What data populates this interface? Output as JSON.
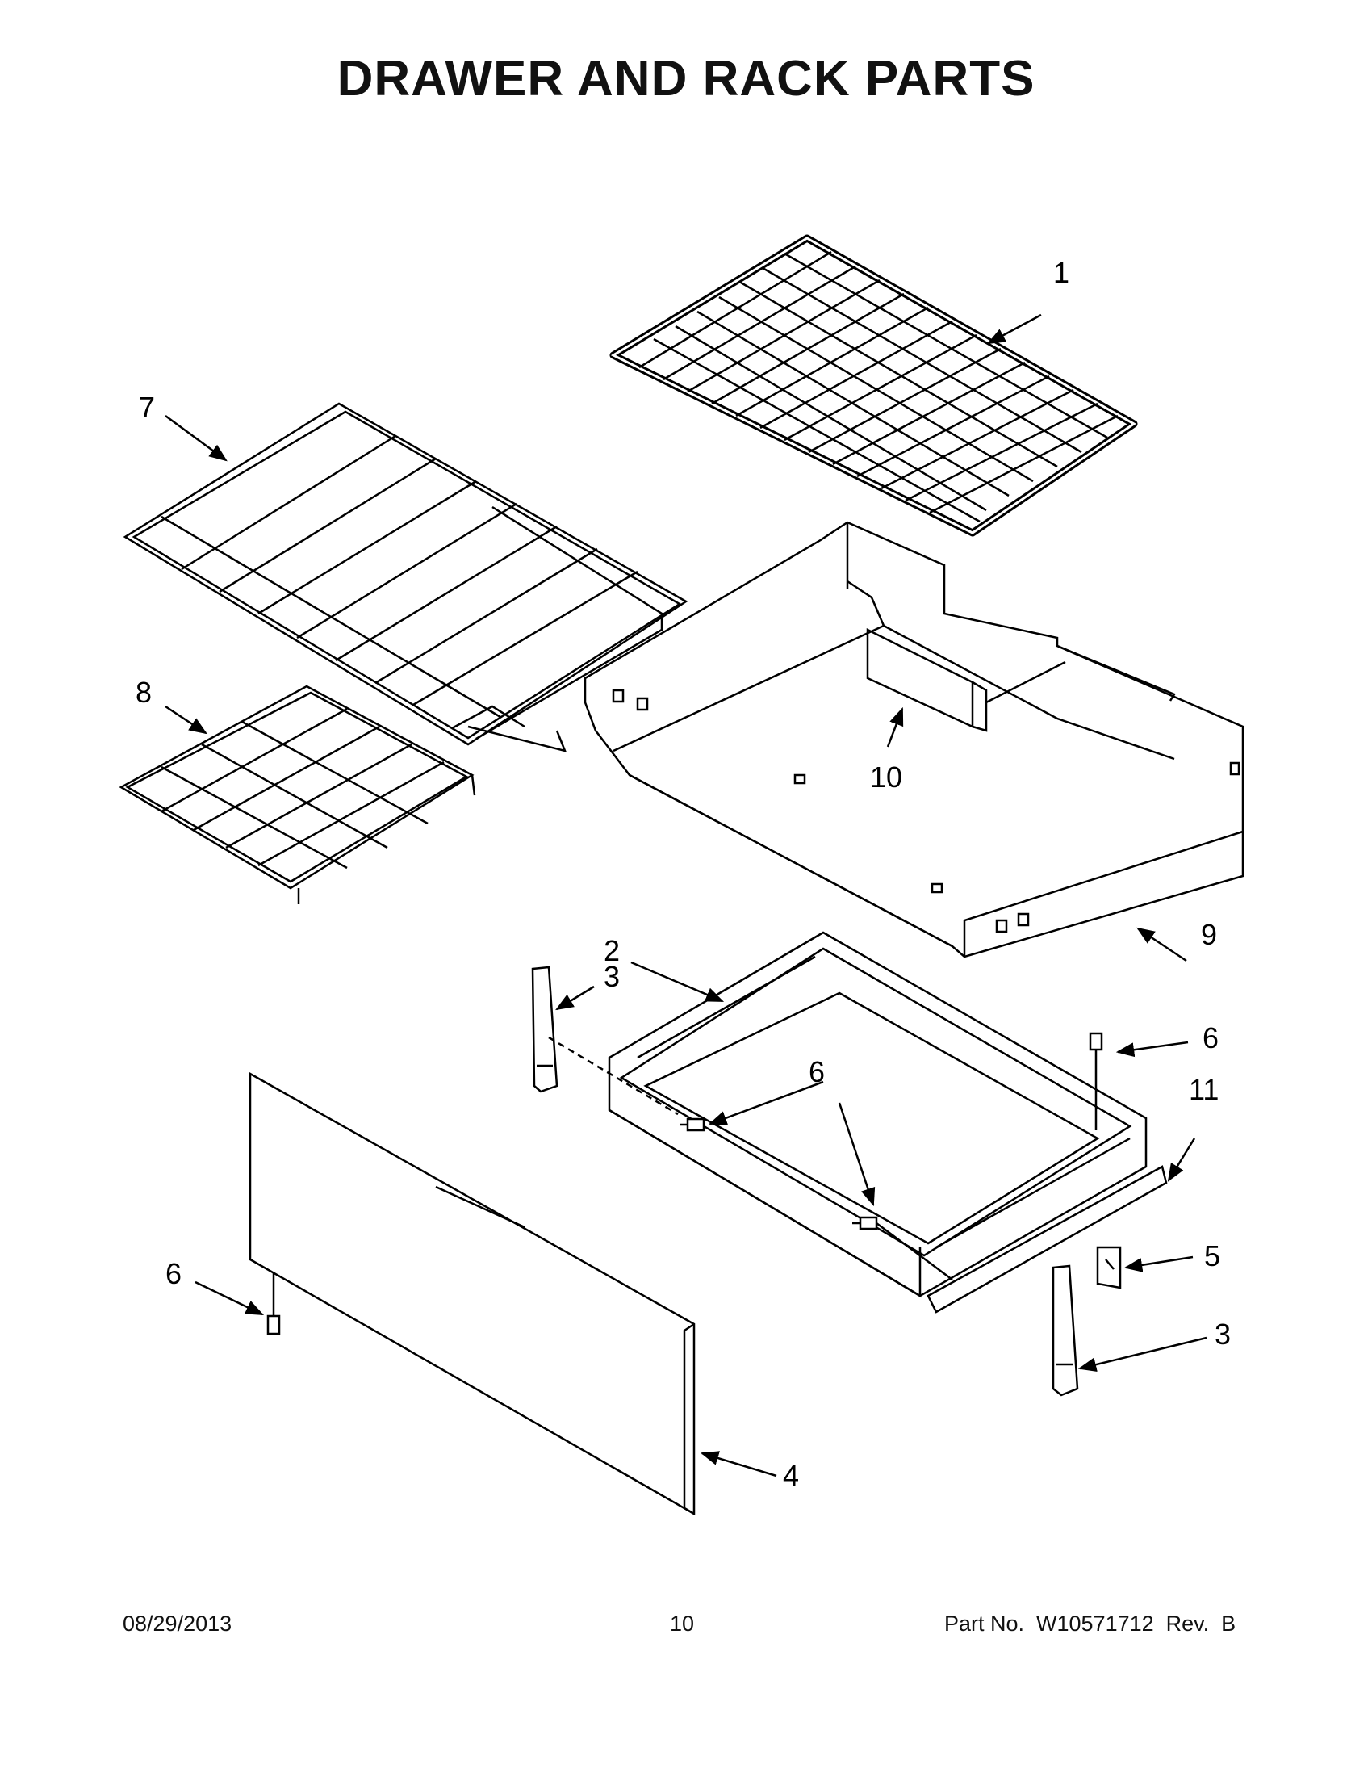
{
  "title": "DRAWER AND RACK PARTS",
  "callouts": [
    "1",
    "7",
    "8",
    "10",
    "9",
    "2",
    "3",
    "6",
    "6",
    "11",
    "6",
    "5",
    "3",
    "4"
  ],
  "footer": {
    "date": "08/29/2013",
    "page": "10",
    "part": "Part No.  W10571712  Rev.  B"
  }
}
